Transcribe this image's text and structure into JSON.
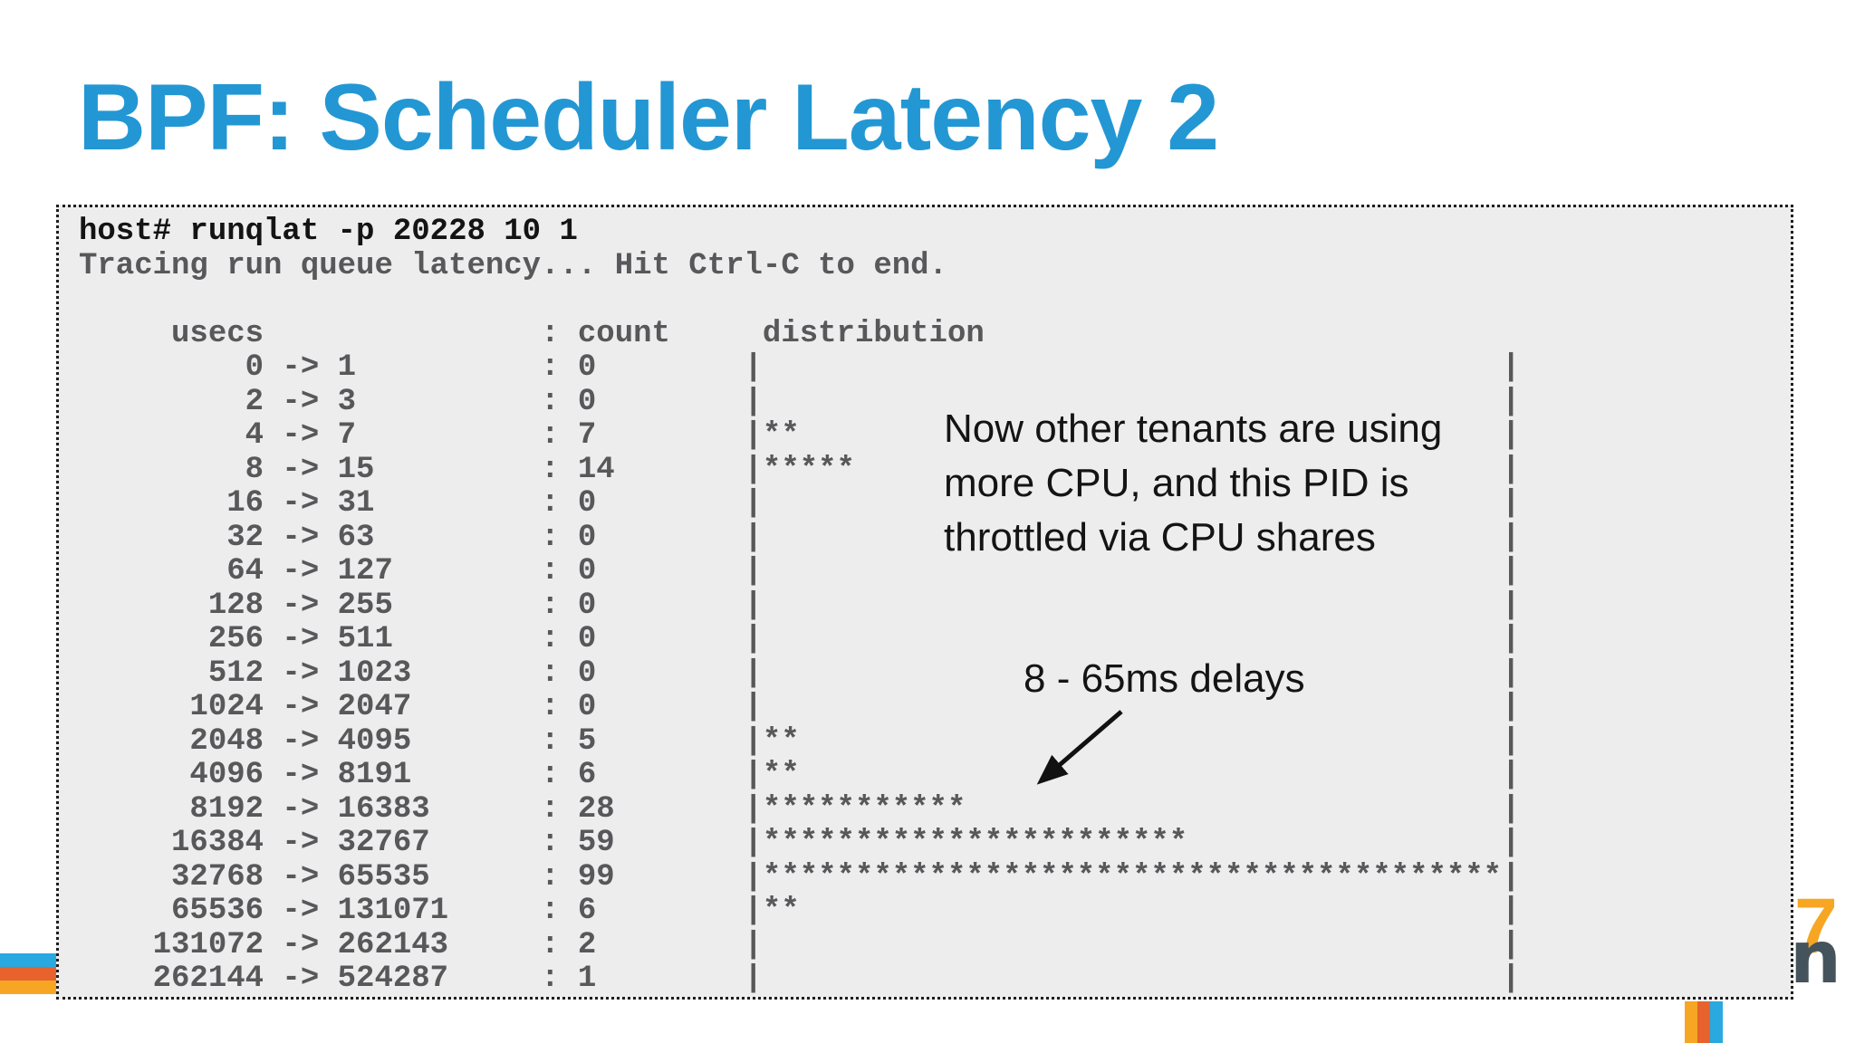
{
  "title": {
    "text": "BPF: Scheduler Latency 2"
  },
  "terminal": {
    "command_line": "host# runqlat -p 20228 10 1",
    "status_line": "Tracing run queue latency... Hit Ctrl-C to end.",
    "header": {
      "usecs": "usecs",
      "count": "count",
      "distribution": "distribution"
    },
    "histogram": [
      {
        "from": "0",
        "to": "1",
        "count": 0,
        "stars": 0
      },
      {
        "from": "2",
        "to": "3",
        "count": 0,
        "stars": 0
      },
      {
        "from": "4",
        "to": "7",
        "count": 7,
        "stars": 2
      },
      {
        "from": "8",
        "to": "15",
        "count": 14,
        "stars": 5
      },
      {
        "from": "16",
        "to": "31",
        "count": 0,
        "stars": 0
      },
      {
        "from": "32",
        "to": "63",
        "count": 0,
        "stars": 0
      },
      {
        "from": "64",
        "to": "127",
        "count": 0,
        "stars": 0
      },
      {
        "from": "128",
        "to": "255",
        "count": 0,
        "stars": 0
      },
      {
        "from": "256",
        "to": "511",
        "count": 0,
        "stars": 0
      },
      {
        "from": "512",
        "to": "1023",
        "count": 0,
        "stars": 0
      },
      {
        "from": "1024",
        "to": "2047",
        "count": 0,
        "stars": 0
      },
      {
        "from": "2048",
        "to": "4095",
        "count": 5,
        "stars": 2
      },
      {
        "from": "4096",
        "to": "8191",
        "count": 6,
        "stars": 2
      },
      {
        "from": "8192",
        "to": "16383",
        "count": 28,
        "stars": 11
      },
      {
        "from": "16384",
        "to": "32767",
        "count": 59,
        "stars": 23
      },
      {
        "from": "32768",
        "to": "65535",
        "count": 99,
        "stars": 40
      },
      {
        "from": "65536",
        "to": "131071",
        "count": 6,
        "stars": 2
      },
      {
        "from": "131072",
        "to": "262143",
        "count": 2,
        "stars": 0
      },
      {
        "from": "262144",
        "to": "524287",
        "count": 1,
        "stars": 0
      }
    ]
  },
  "annotations": {
    "tenants_lines": [
      "Now other tenants are using",
      "more CPU, and this PID is",
      "throttled via CPU shares"
    ],
    "tenants_note": "Now other tenants are using more CPU, and this PID is throttled via CPU shares",
    "delays_note": "8 - 65ms delays"
  },
  "logo": {
    "seven": "7",
    "n": "n"
  },
  "colors": {
    "title": "#2397d4",
    "terminal_bg": "#ededee",
    "terminal_border": "#1e1e1e",
    "command_text": "#141414",
    "output_text": "#58585b",
    "annotation_text": "#141414",
    "arrow": "#111111",
    "logo_seven": "#f6a623",
    "logo_n": "#44535c",
    "stripes": [
      "#29a9df",
      "#e8622d",
      "#f6a623"
    ],
    "bars": [
      "#f6a623",
      "#e8622d",
      "#29a9df"
    ]
  },
  "chart_data": {
    "type": "bar",
    "title": "runqlat run queue latency histogram (usecs)",
    "xlabel": "usecs",
    "ylabel": "count",
    "categories": [
      "0-1",
      "2-3",
      "4-7",
      "8-15",
      "16-31",
      "32-63",
      "64-127",
      "128-255",
      "256-511",
      "512-1023",
      "1024-2047",
      "2048-4095",
      "4096-8191",
      "8192-16383",
      "16384-32767",
      "32768-65535",
      "65536-131071",
      "131072-262143",
      "262144-524287"
    ],
    "values": [
      0,
      0,
      7,
      14,
      0,
      0,
      0,
      0,
      0,
      0,
      0,
      5,
      6,
      28,
      59,
      99,
      6,
      2,
      1
    ],
    "bar_chars_max": 40,
    "legend_position": "none",
    "grid": false
  }
}
